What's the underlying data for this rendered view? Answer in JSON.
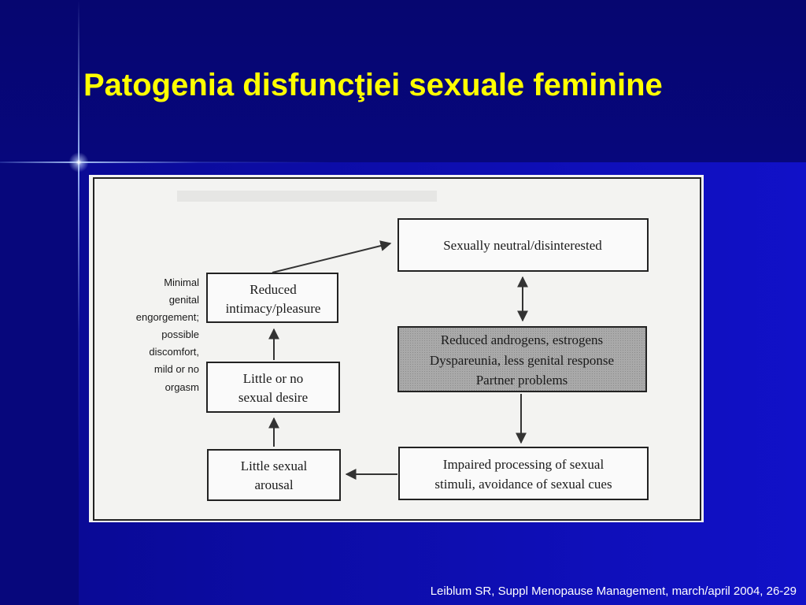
{
  "slide": {
    "title": "Patogenia disfuncţiei sexuale feminine",
    "citation": "Leiblum SR, Suppl Menopause Management, march/april 2004, 26-29",
    "colors": {
      "background": "#0a0aa0",
      "title": "#ffff00",
      "footer": "#ffffff"
    }
  },
  "diagram": {
    "boxes": {
      "neutral": [
        "Sexually neutral/disinterested"
      ],
      "intimacy": [
        "Reduced",
        "intimacy/pleasure"
      ],
      "hormones": [
        "Reduced androgens, estrogens",
        "Dyspareunia, less genital response",
        "Partner problems"
      ],
      "desire": [
        "Little or no",
        "sexual desire"
      ],
      "processing": [
        "Impaired processing of sexual",
        "stimuli, avoidance of sexual cues"
      ],
      "arousal": [
        "Little sexual",
        "arousal"
      ]
    },
    "side_note": [
      "Minimal",
      "genital",
      "engorgement;",
      "possible",
      "discomfort,",
      "mild or no",
      "orgasm"
    ]
  }
}
